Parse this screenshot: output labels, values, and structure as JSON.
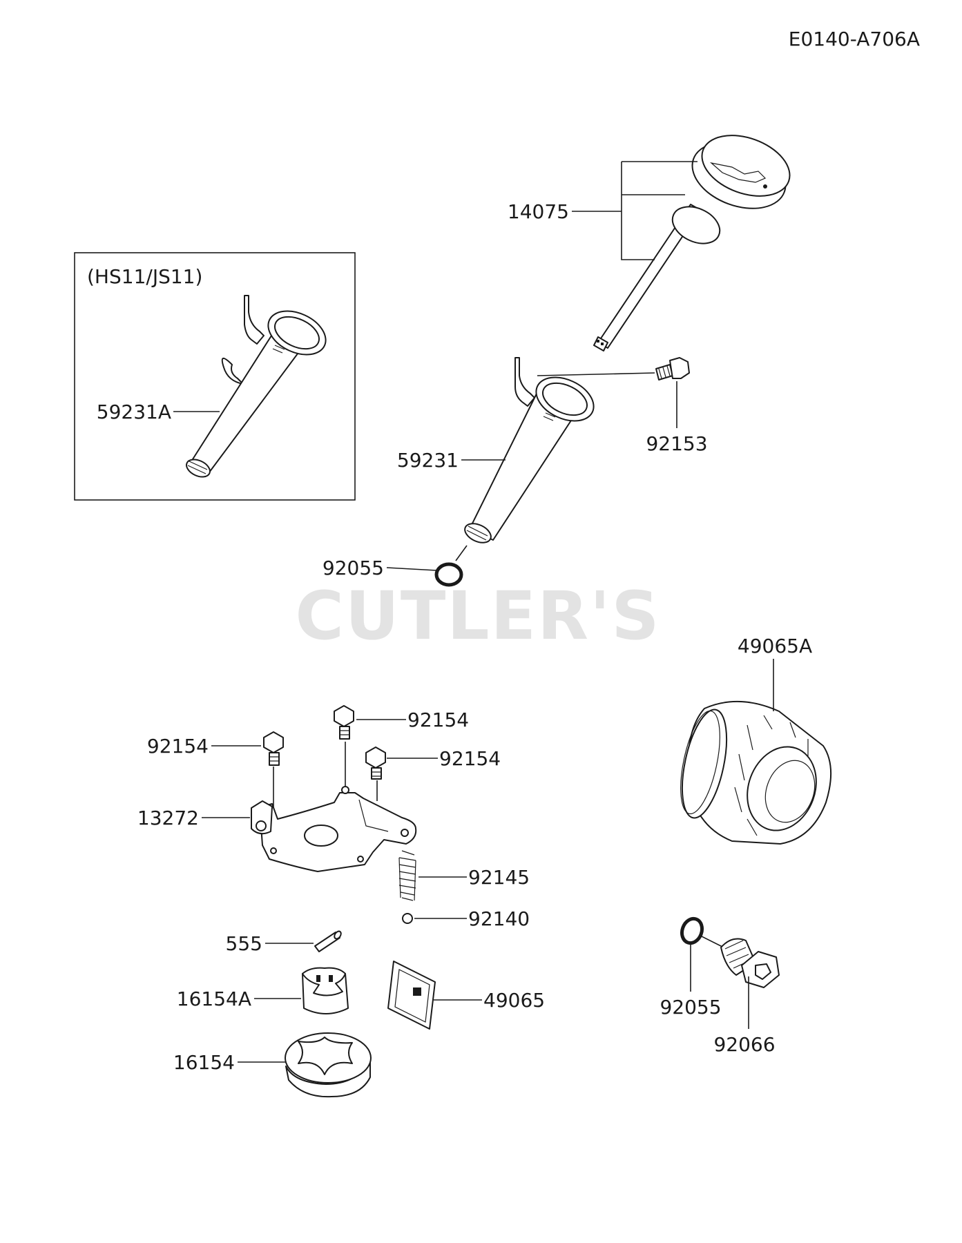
{
  "diagram_id": "E0140-A706A",
  "inset_title": "(HS11/JS11)",
  "watermark": "CUTLER'S",
  "callouts": {
    "p14075": "14075",
    "p59231A": "59231A",
    "p92153": "92153",
    "p59231": "59231",
    "p92055_top": "92055",
    "p49065A": "49065A",
    "p92154_a": "92154",
    "p92154_b": "92154",
    "p92154_c": "92154",
    "p13272": "13272",
    "p92145": "92145",
    "p92140": "92140",
    "p555": "555",
    "p16154A": "16154A",
    "p49065": "49065",
    "p16154": "16154",
    "p92055_bottom": "92055",
    "p92066": "92066"
  }
}
